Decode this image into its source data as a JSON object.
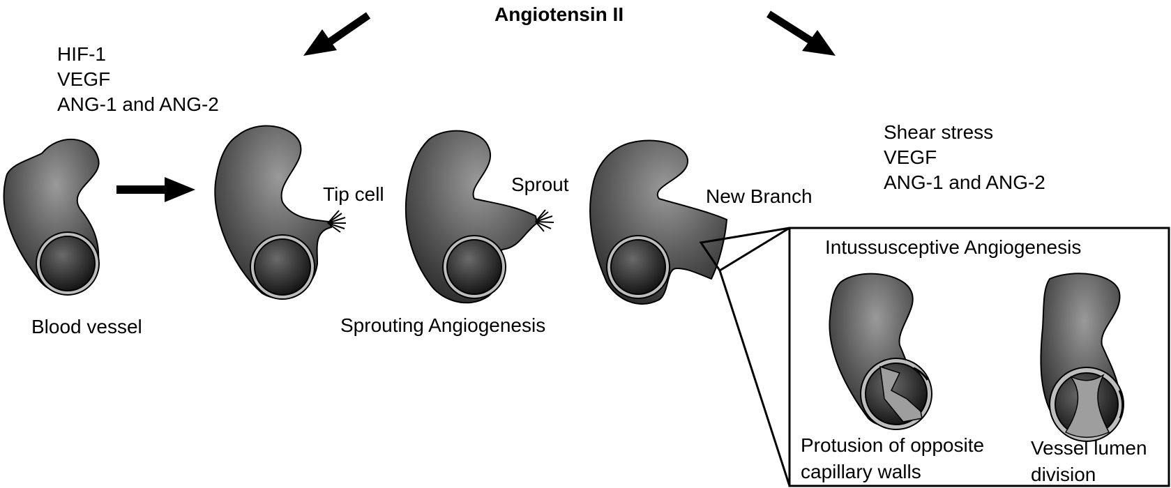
{
  "title": "Angiotensin II",
  "left_factors": [
    "HIF-1",
    "VEGF",
    "ANG-1 and ANG-2"
  ],
  "right_factors": [
    "Shear stress",
    "VEGF",
    "ANG-1 and ANG-2"
  ],
  "labels": {
    "blood_vessel": "Blood vessel",
    "tip_cell": "Tip cell",
    "sprout": "Sprout",
    "new_branch": "New Branch",
    "sprouting": "Sprouting Angiogenesis"
  },
  "inset": {
    "title": "Intussusceptive Angiogenesis",
    "left_caption": [
      "Protusion of opposite",
      "capillary walls"
    ],
    "right_caption": [
      "Vessel lumen",
      "division"
    ]
  },
  "colors": {
    "vessel_dark": "#2a2a2a",
    "vessel_light": "#9a9a9a",
    "lumen_ring": "#bdbdbd",
    "inner_wall": "#9e9e9e"
  }
}
